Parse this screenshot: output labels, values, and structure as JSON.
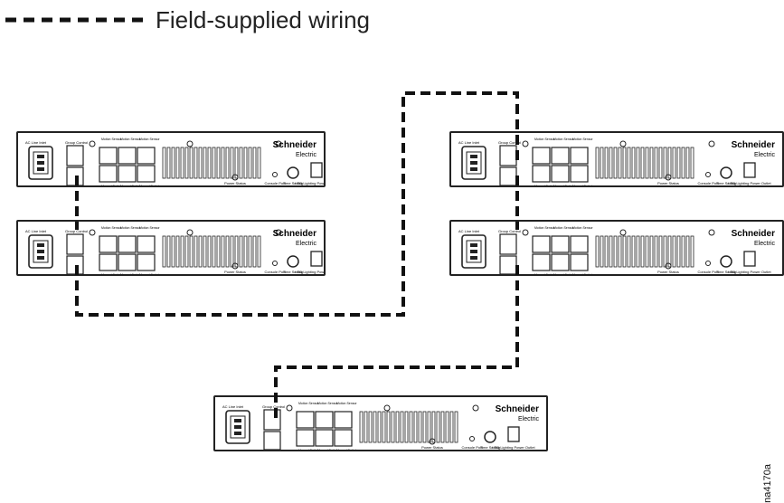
{
  "legend": {
    "label": "Field-supplied wiring"
  },
  "unit_labels": {
    "ac_line_inlet": "AC Line Inlet",
    "group_control": "Group Control",
    "motion_sensor": "Motion Sensor",
    "manual_switch": "Manual Switch",
    "power_status": "Power Status",
    "console_port": "Console Port",
    "time_setting": "Time Setting",
    "led_outlet": "LED Lighting Power Outlet",
    "brand_line1": "Schneider",
    "brand_line2": "Electric"
  },
  "units": [
    {
      "id": "unit-top-left"
    },
    {
      "id": "unit-mid-left"
    },
    {
      "id": "unit-top-right"
    },
    {
      "id": "unit-mid-right"
    },
    {
      "id": "unit-bottom"
    }
  ],
  "figure_tag": "na4170a"
}
